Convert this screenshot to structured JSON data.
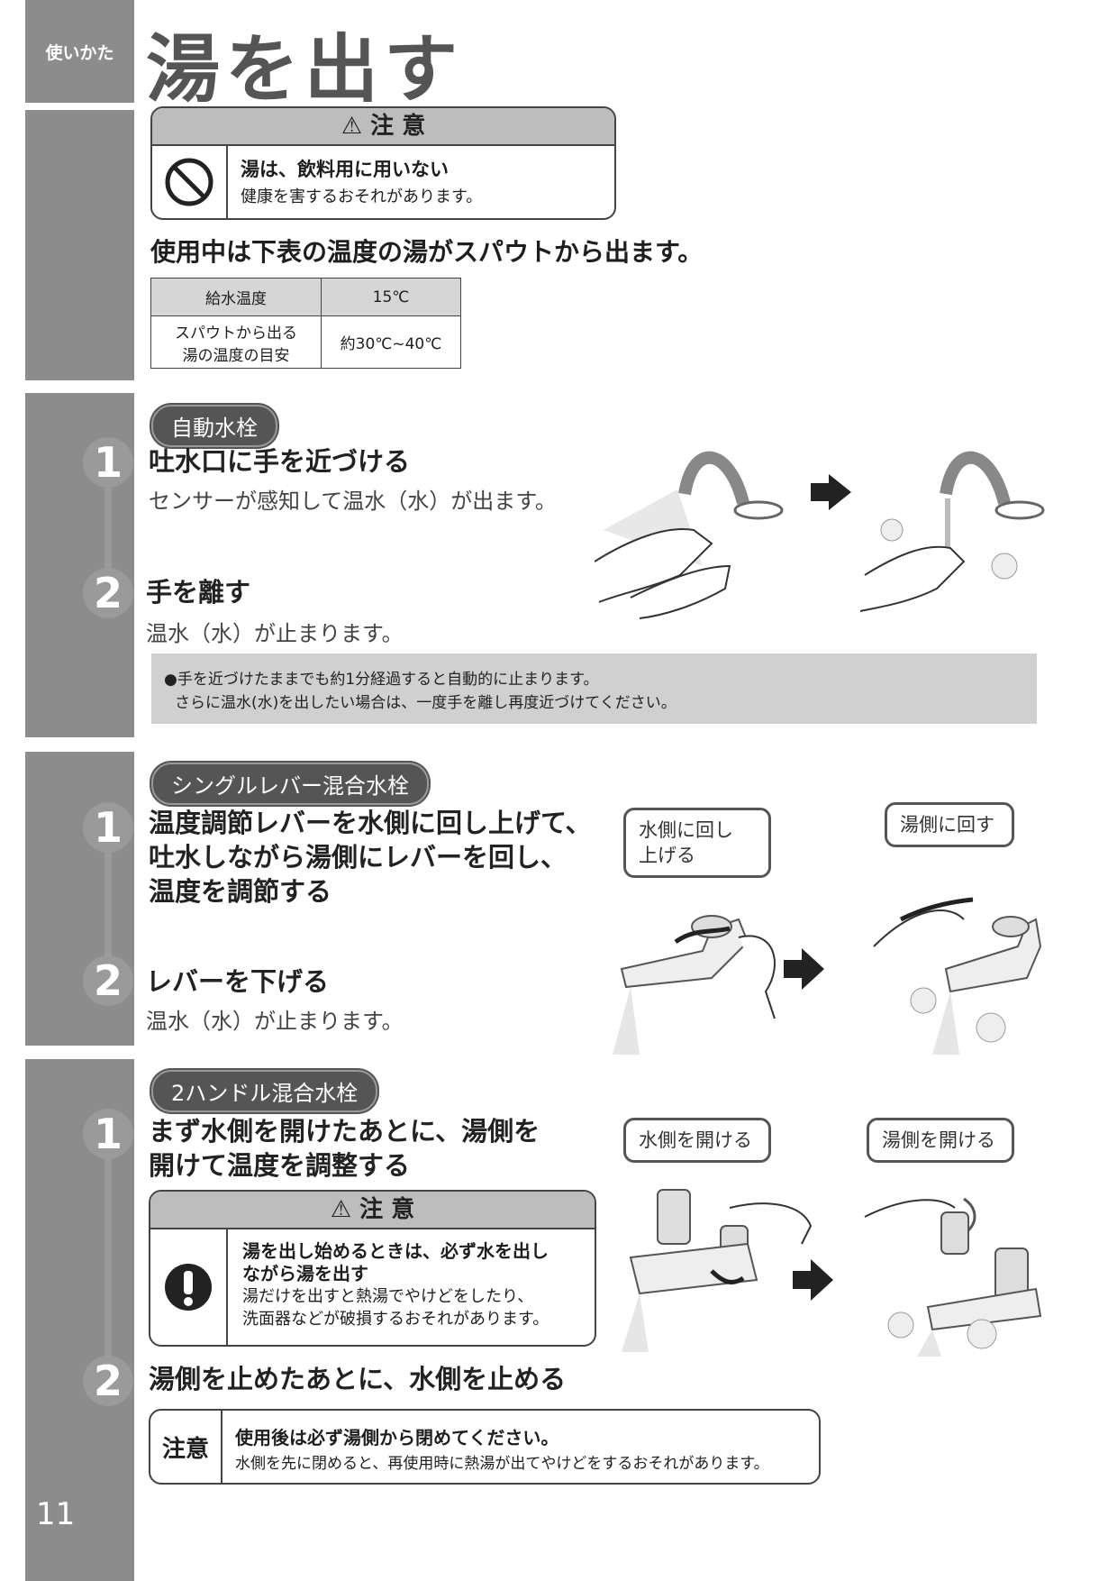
{
  "header": {
    "tab_label": "使いかた",
    "title": "湯を出す"
  },
  "caution_top": {
    "heading": "注 意",
    "icon": "prohibition-icon",
    "line1": "湯は、飲料用に用いない",
    "line2": "健康を害するおそれがあります。"
  },
  "temp_intro": "使用中は下表の温度の湯がスパウトから出ます。",
  "temp_table": {
    "row1": {
      "label": "給水温度",
      "value": "15℃"
    },
    "row2": {
      "label_line1": "スパウトから出る",
      "label_line2": "湯の温度の目安",
      "value": "約30℃~40℃"
    }
  },
  "section_auto": {
    "pill": "自動水栓",
    "step1": {
      "num": "1",
      "title": "吐水口に手を近づける",
      "desc": "センサーが感知して温水（水）が出ます。"
    },
    "step2": {
      "num": "2",
      "title": "手を離す",
      "desc": "温水（水）が止まります。"
    },
    "note_line1": "●手を近づけたままでも約1分経過すると自動的に止まります。",
    "note_line2": "さらに温水(水)を出したい場合は、一度手を離し再度近づけてください。"
  },
  "section_single": {
    "pill": "シングルレバー混合水栓",
    "step1": {
      "num": "1",
      "line1": "温度調節レバーを水側に回し上げて、",
      "line2": "吐水しながら湯側にレバーを回し、",
      "line3": "温度を調節する"
    },
    "step2": {
      "num": "2",
      "title": "レバーを下げる",
      "desc": "温水（水）が止まります。"
    },
    "bubble1_line1": "水側に回し",
    "bubble1_line2": "上げる",
    "bubble2": "湯側に回す"
  },
  "section_two": {
    "pill": "2ハンドル混合水栓",
    "step1": {
      "num": "1",
      "line1": "まず水側を開けたあとに、湯側を",
      "line2": "開けて温度を調整する"
    },
    "caution": {
      "heading": "注 意",
      "icon": "exclamation-icon",
      "line1": "湯を出し始めるときは、必ず水を出し",
      "line2": "ながら湯を出す",
      "line3": "湯だけを出すと熱湯でやけどをしたり、",
      "line4": "洗面器などが破損するおそれがあります。"
    },
    "step2": {
      "num": "2",
      "title": "湯側を止めたあとに、水側を止める"
    },
    "bubble1": "水側を開ける",
    "bubble2": "湯側を開ける",
    "note_label": "注意",
    "note_line1": "使用後は必ず湯側から閉めてください。",
    "note_line2": "水側を先に閉めると、再使用時に熱湯が出てやけどをするおそれがあります。"
  },
  "footer": {
    "page_number": "11"
  },
  "colors": {
    "sidebar": "#8c8c8c",
    "pill_bg": "#555555",
    "note_bg": "#d0d0d0"
  }
}
